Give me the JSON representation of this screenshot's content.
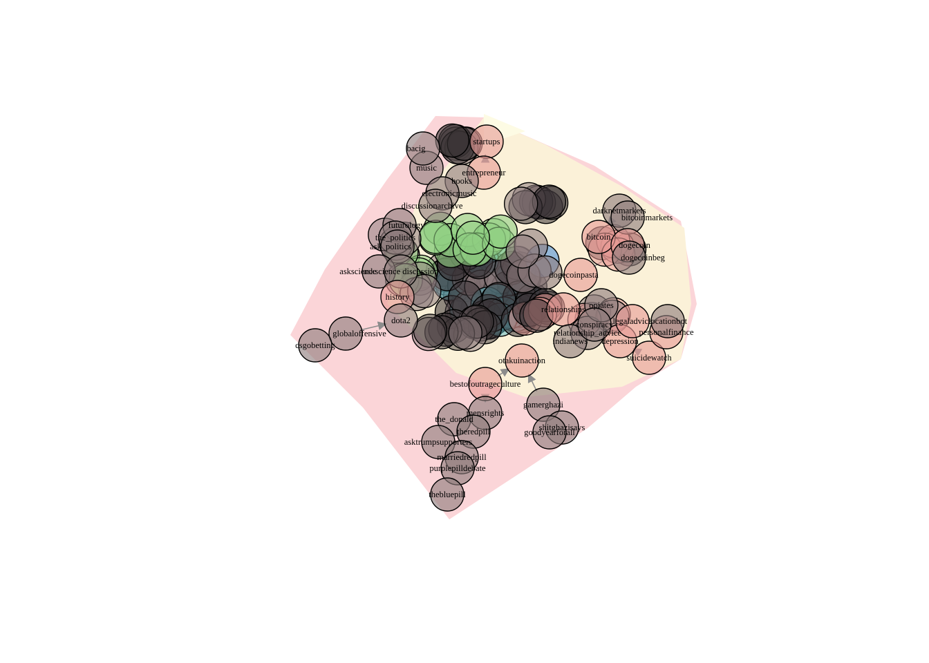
{
  "colors": {
    "hull_pink": "#fbd5d8",
    "hull_cream": "#fbf1d8",
    "hull_yellow": "#fdfbe4",
    "node_salmon": "#e79b96",
    "node_gray": "#8e7c7d",
    "node_green": "#8fcf82",
    "node_teal": "#63b8c2",
    "node_blue": "#4f91d9",
    "node_dark": "#3b3336",
    "edge": "#8c8c8c"
  },
  "nodes": [
    {
      "label": "startups",
      "color": "salmon"
    },
    {
      "label": "entrepreneur",
      "color": "salmon"
    },
    {
      "label": "books",
      "color": "gray"
    },
    {
      "label": "music",
      "color": "gray"
    },
    {
      "label": "bacig",
      "color": "gray"
    },
    {
      "label": "electronicmusic",
      "color": "gray"
    },
    {
      "label": "discussionarchive",
      "color": "gray"
    },
    {
      "label": "darknetmarkets",
      "color": "gray"
    },
    {
      "label": "bitcoinmarkets",
      "color": "gray"
    },
    {
      "label": "bitcoin",
      "color": "salmon"
    },
    {
      "label": "dogecoin",
      "color": "salmon"
    },
    {
      "label": "dogecoinbeg",
      "color": "gray"
    },
    {
      "label": "dogecoinpasta",
      "color": "salmon"
    },
    {
      "label": "futurology",
      "color": "gray"
    },
    {
      "label": "the_politics",
      "color": "gray"
    },
    {
      "label": "ask_politics",
      "color": "gray"
    },
    {
      "label": "askscience",
      "color": "gray"
    },
    {
      "label": "askscience discussion",
      "color": "gray"
    },
    {
      "label": "history",
      "color": "salmon"
    },
    {
      "label": "dota2",
      "color": "gray"
    },
    {
      "label": "globaloffensive",
      "color": "gray"
    },
    {
      "label": "csgobetting",
      "color": "gray"
    },
    {
      "label": "otakuinaction",
      "color": "salmon"
    },
    {
      "label": "bestofoutrageculture",
      "color": "salmon"
    },
    {
      "label": "mensrights",
      "color": "gray"
    },
    {
      "label": "the_donald",
      "color": "gray"
    },
    {
      "label": "theredpill",
      "color": "gray"
    },
    {
      "label": "asktrumpsupporters",
      "color": "gray"
    },
    {
      "label": "marriedredpill",
      "color": "gray"
    },
    {
      "label": "purplepilldebate",
      "color": "gray"
    },
    {
      "label": "thebluepill",
      "color": "gray"
    },
    {
      "label": "gamerghazi",
      "color": "gray"
    },
    {
      "label": "shitghazisays",
      "color": "gray"
    },
    {
      "label": "goodyearforall",
      "color": "gray"
    },
    {
      "label": "relationship_advice",
      "color": "gray"
    },
    {
      "label": "relationships",
      "color": "salmon"
    },
    {
      "label": "depression",
      "color": "salmon"
    },
    {
      "label": "suicidewatch",
      "color": "salmon"
    },
    {
      "label": "personalfinance",
      "color": "salmon"
    },
    {
      "label": "locationbot",
      "color": "gray"
    },
    {
      "label": "legaladvice",
      "color": "salmon"
    },
    {
      "label": "indianews",
      "color": "gray"
    },
    {
      "label": "opiates",
      "color": "gray"
    },
    {
      "label": "conspiracy",
      "color": "gray"
    }
  ],
  "edges": [
    {
      "from": "startups",
      "to": "entrepreneur"
    },
    {
      "from": "darknetmarkets",
      "to": "bitcoin"
    },
    {
      "from": "dogecoin",
      "to": "dogecoinbeg"
    },
    {
      "from": "dogecoinpasta",
      "to": "dogecoin"
    },
    {
      "from": "globaloffensive",
      "to": "dota2"
    },
    {
      "from": "bestofoutrageculture",
      "to": "otakuinaction"
    },
    {
      "from": "mensrights",
      "to": "bestofoutrageculture"
    },
    {
      "from": "gamerghazi",
      "to": "otakuinaction"
    },
    {
      "from": "suicidewatch",
      "to": "depression"
    }
  ]
}
